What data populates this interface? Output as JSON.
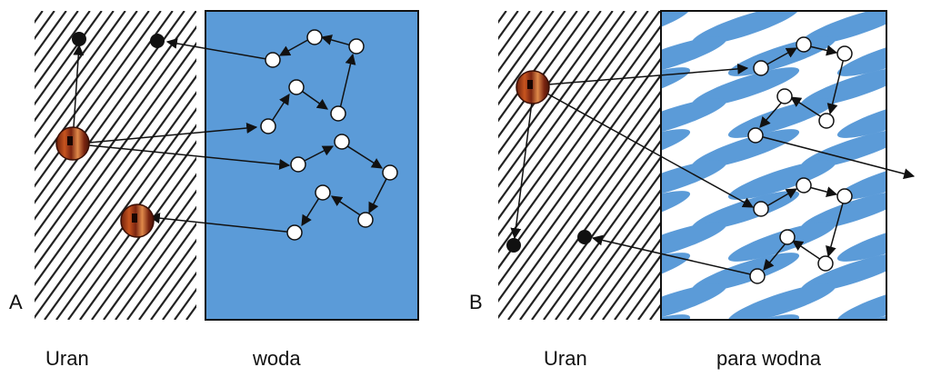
{
  "panels": [
    {
      "letter": "A",
      "material_label": "Uran",
      "medium_label": "woda"
    },
    {
      "letter": "B",
      "material_label": "Uran",
      "medium_label": "para wodna"
    }
  ],
  "colors": {
    "water": "#5b9bd8",
    "background": "#ffffff",
    "hatch": "#222222",
    "neutron": "#ffffff",
    "absorbed_neutron": "#111111",
    "nucleus": "#8a2e12",
    "nucleus_stripe": "#e07a3a",
    "arrow": "#111111"
  },
  "icons": {
    "nucleus": "uranium-nucleus-icon",
    "neutron": "neutron-icon",
    "absorbed": "absorbed-neutron-icon"
  }
}
